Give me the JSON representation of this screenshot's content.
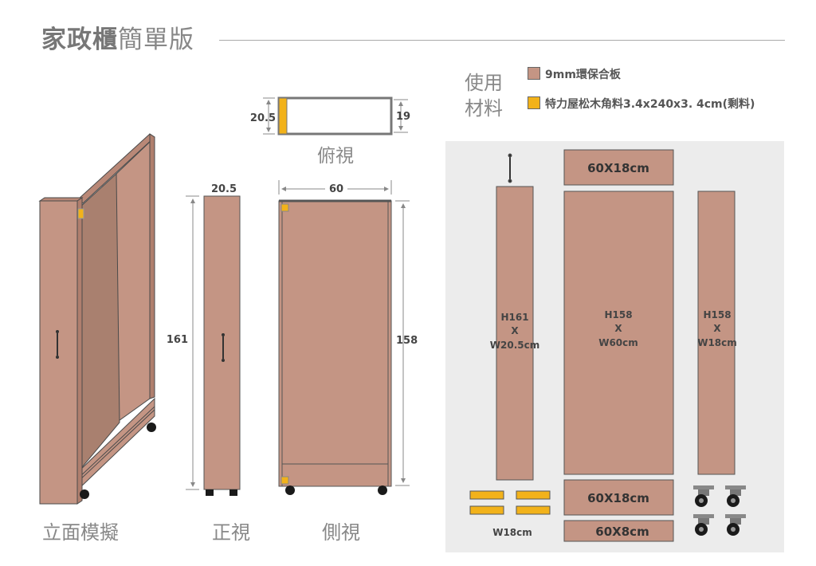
{
  "title": {
    "main": "家政櫃",
    "sub": "簡單版"
  },
  "materials": {
    "heading_line1": "使用",
    "heading_line2": "材料",
    "items": [
      {
        "label": "9mm環保合板",
        "color": "#c49584"
      },
      {
        "label": "特力屋松木角料3.4x240x3. 4cm(剩料)",
        "color": "#f2b21a"
      }
    ]
  },
  "views": {
    "perspective": "立面模擬",
    "front": "正視",
    "side": "側視",
    "top": "俯視"
  },
  "dimensions": {
    "top_depth": "20.5",
    "top_inner": "19",
    "front_depth": "20.5",
    "front_height": "161",
    "side_width": "60",
    "side_height": "158"
  },
  "parts": {
    "top_board": "60X18cm",
    "left_panel": {
      "l1": "H161",
      "l2": "X",
      "l3": "W20.5cm"
    },
    "center_panel": {
      "l1": "H158",
      "l2": "X",
      "l3": "W60cm"
    },
    "right_panel": {
      "l1": "H158",
      "l2": "X",
      "l3": "W18cm"
    },
    "bottom_board": "60X18cm",
    "base_board": "60X8cm",
    "battens_label": "W18cm"
  }
}
